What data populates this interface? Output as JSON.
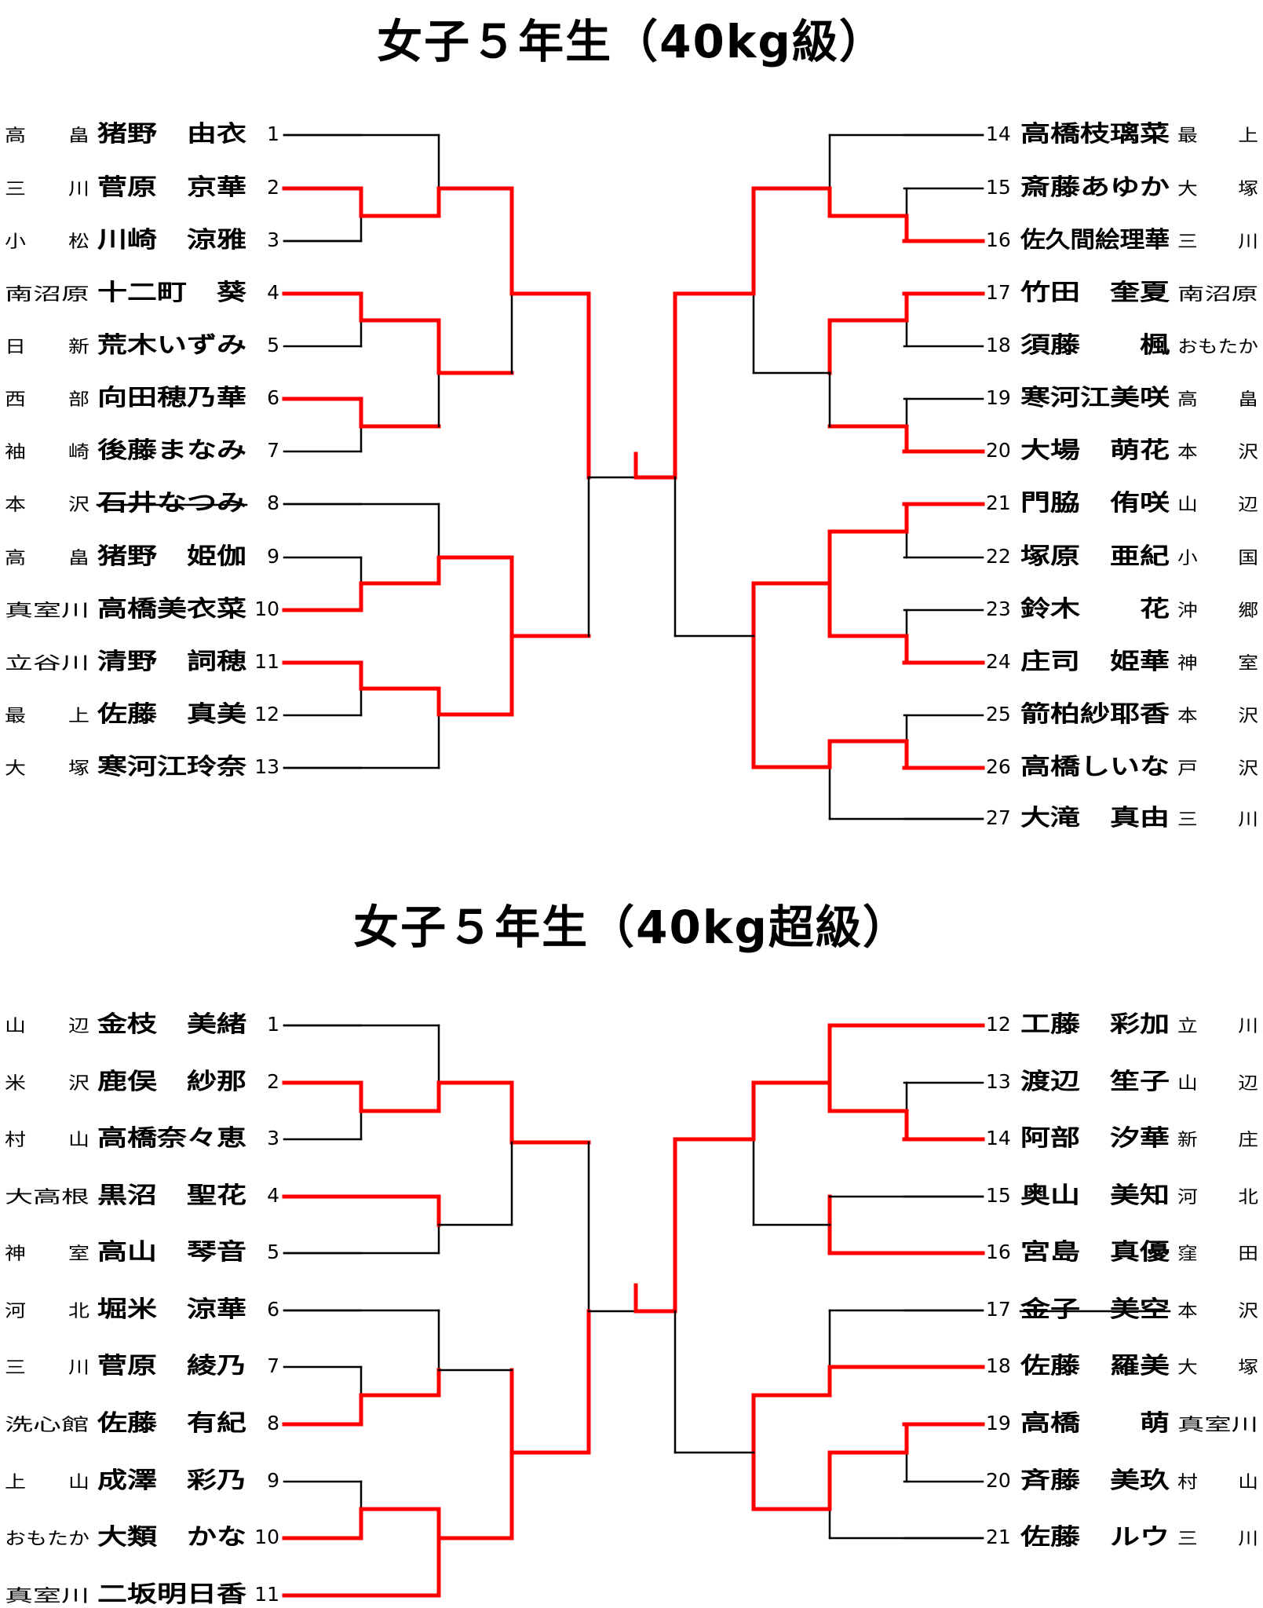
{
  "colors": {
    "advance": "#ff0000",
    "line": "#000000"
  },
  "sections": [
    {
      "title": "女子５年生（40kg級）",
      "left": [
        {
          "num": "1",
          "name": "猪野　由衣",
          "affil": "高　　畠",
          "advanced": false
        },
        {
          "num": "2",
          "name": "菅原　京華",
          "affil": "三　　川",
          "advanced": true
        },
        {
          "num": "3",
          "name": "川崎　涼雅",
          "affil": "小　　松",
          "advanced": false
        },
        {
          "num": "4",
          "name": "十二町　葵",
          "affil": "南沼原",
          "advanced": true
        },
        {
          "num": "5",
          "name": "荒木いずみ",
          "affil": "日　　新",
          "advanced": false
        },
        {
          "num": "6",
          "name": "向田穂乃華",
          "affil": "西　　部",
          "advanced": true
        },
        {
          "num": "7",
          "name": "後藤まなみ",
          "affil": "袖　　崎",
          "advanced": false
        },
        {
          "num": "8",
          "name": "石井なつみ",
          "affil": "本　　沢",
          "advanced": false,
          "withdrawn": true
        },
        {
          "num": "9",
          "name": "猪野　姫伽",
          "affil": "高　　畠",
          "advanced": false
        },
        {
          "num": "10",
          "name": "高橋美衣菜",
          "affil": "真室川",
          "advanced": true
        },
        {
          "num": "11",
          "name": "清野　詞穂",
          "affil": "立谷川",
          "advanced": true
        },
        {
          "num": "12",
          "name": "佐藤　真美",
          "affil": "最　　上",
          "advanced": false
        },
        {
          "num": "13",
          "name": "寒河江玲奈",
          "affil": "大　　塚",
          "advanced": false
        }
      ],
      "right": [
        {
          "num": "14",
          "name": "高橋枝璃菜",
          "affil": "最　　上",
          "advanced": false
        },
        {
          "num": "15",
          "name": "斎藤あゆか",
          "affil": "大　　塚",
          "advanced": false
        },
        {
          "num": "16",
          "name": "佐久間絵理華",
          "affil": "三　　川",
          "advanced": true
        },
        {
          "num": "17",
          "name": "竹田　奎夏",
          "affil": "南沼原",
          "advanced": true
        },
        {
          "num": "18",
          "name": "須藤　　楓",
          "affil": "おもたか",
          "advanced": false
        },
        {
          "num": "19",
          "name": "寒河江美咲",
          "affil": "高　　畠",
          "advanced": false
        },
        {
          "num": "20",
          "name": "大場　萌花",
          "affil": "本　　沢",
          "advanced": true
        },
        {
          "num": "21",
          "name": "門脇　侑咲",
          "affil": "山　　辺",
          "advanced": true
        },
        {
          "num": "22",
          "name": "塚原　亜紀",
          "affil": "小　　国",
          "advanced": false
        },
        {
          "num": "23",
          "name": "鈴木　　花",
          "affil": "沖　　郷",
          "advanced": false
        },
        {
          "num": "24",
          "name": "庄司　姫華",
          "affil": "神　　室",
          "advanced": true
        },
        {
          "num": "25",
          "name": "箭柏紗耶香",
          "affil": "本　　沢",
          "advanced": false
        },
        {
          "num": "26",
          "name": "高橋しいな",
          "affil": "戸　　沢",
          "advanced": true
        },
        {
          "num": "27",
          "name": "大滝　真由",
          "affil": "三　　川",
          "advanced": false
        }
      ]
    },
    {
      "title": "女子５年生（40kg超級）",
      "left": [
        {
          "num": "1",
          "name": "金枝　美緒",
          "affil": "山　　辺",
          "advanced": false
        },
        {
          "num": "2",
          "name": "鹿俣　紗那",
          "affil": "米　　沢",
          "advanced": true
        },
        {
          "num": "3",
          "name": "高橋奈々恵",
          "affil": "村　　山",
          "advanced": false
        },
        {
          "num": "4",
          "name": "黒沼　聖花",
          "affil": "大高根",
          "advanced": true
        },
        {
          "num": "5",
          "name": "高山　琴音",
          "affil": "神　　室",
          "advanced": false
        },
        {
          "num": "6",
          "name": "堀米　涼華",
          "affil": "河　　北",
          "advanced": false
        },
        {
          "num": "7",
          "name": "菅原　綾乃",
          "affil": "三　　川",
          "advanced": false
        },
        {
          "num": "8",
          "name": "佐藤　有紀",
          "affil": "洗心館",
          "advanced": true
        },
        {
          "num": "9",
          "name": "成澤　彩乃",
          "affil": "上　　山",
          "advanced": false
        },
        {
          "num": "10",
          "name": "大類　かな",
          "affil": "おもたか",
          "advanced": true
        },
        {
          "num": "11",
          "name": "二坂明日香",
          "affil": "真室川",
          "advanced": true
        }
      ],
      "right": [
        {
          "num": "12",
          "name": "工藤　彩加",
          "affil": "立　　川",
          "advanced": true
        },
        {
          "num": "13",
          "name": "渡辺　笙子",
          "affil": "山　　辺",
          "advanced": false
        },
        {
          "num": "14",
          "name": "阿部　汐華",
          "affil": "新　　庄",
          "advanced": true
        },
        {
          "num": "15",
          "name": "奥山　美知",
          "affil": "河　　北",
          "advanced": false
        },
        {
          "num": "16",
          "name": "宮島　真優",
          "affil": "窪　　田",
          "advanced": true
        },
        {
          "num": "17",
          "name": "金子　美空",
          "affil": "本　　沢",
          "advanced": false,
          "withdrawn": true
        },
        {
          "num": "18",
          "name": "佐藤　羅美",
          "affil": "大　　塚",
          "advanced": true
        },
        {
          "num": "19",
          "name": "高橋　　萌",
          "affil": "真室川",
          "advanced": true
        },
        {
          "num": "20",
          "name": "斉藤　美玖",
          "affil": "村　　山",
          "advanced": false
        },
        {
          "num": "21",
          "name": "佐藤　ルウ",
          "affil": "三　　川",
          "advanced": false
        }
      ]
    }
  ]
}
